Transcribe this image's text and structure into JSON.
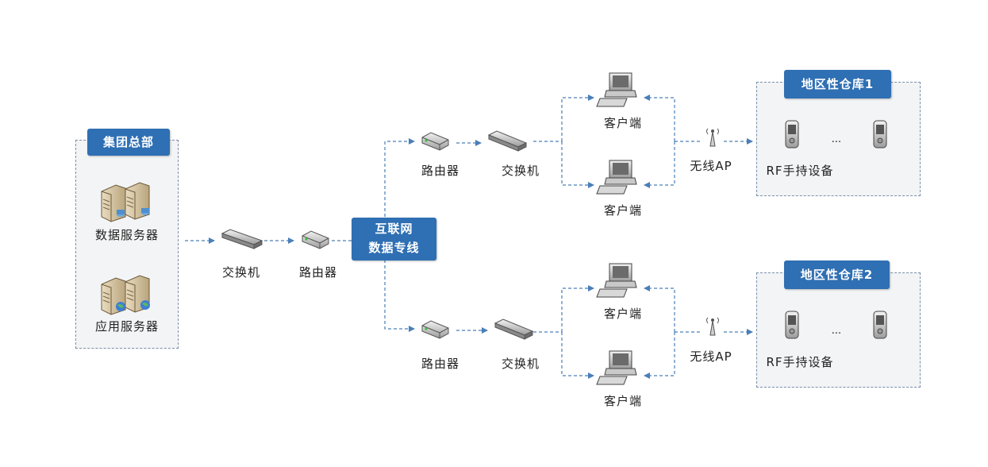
{
  "hq": {
    "title": "集团总部",
    "data_server": "数据服务器",
    "app_server": "应用服务器"
  },
  "core": {
    "switch": "交换机",
    "router": "路由器",
    "internet_line1": "互联网",
    "internet_line2": "数据专线"
  },
  "branch_top": {
    "router": "路由器",
    "switch": "交换机",
    "client_a": "客户端",
    "client_b": "客户端",
    "ap": "无线AP",
    "warehouse": "地区性仓库1",
    "rf": "RF手持设备",
    "ellipsis": "..."
  },
  "branch_bottom": {
    "router": "路由器",
    "switch": "交换机",
    "client_a": "客户端",
    "client_b": "客户端",
    "ap": "无线AP",
    "warehouse": "地区性仓库2",
    "rf": "RF手持设备",
    "ellipsis": "..."
  },
  "colors": {
    "accent": "#2f6fb3",
    "connector": "#4a7fb8",
    "group_border": "#7a8fa8"
  }
}
